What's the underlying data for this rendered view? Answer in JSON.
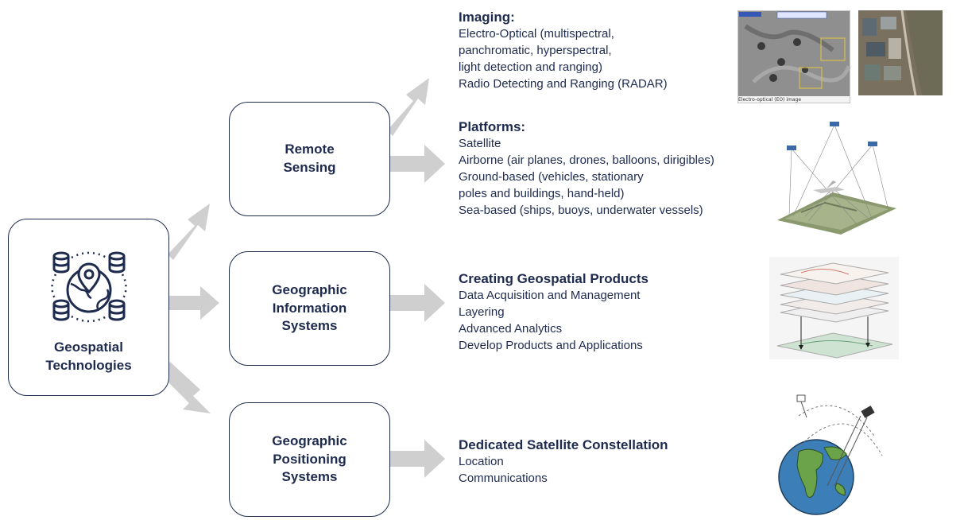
{
  "boxes": {
    "geospatial": "Geospatial\nTechnologies",
    "remote_sensing": "Remote\nSensing",
    "gis": "Geographic\nInformation\nSystems",
    "gps": "Geographic\nPositioning\nSystems"
  },
  "imaging": {
    "heading": "Imaging:",
    "lines": [
      "Electro-Optical (multispectral,",
      "panchromatic, hyperspectral,",
      "light detection and ranging)",
      "Radio Detecting and Ranging (RADAR)"
    ]
  },
  "platforms": {
    "heading": "Platforms:",
    "lines": [
      "Satellite",
      "Airborne (air planes, drones, balloons, dirigibles)",
      "Ground-based  (vehicles, stationary",
      "poles and buildings, hand-held)",
      "Sea-based (ships, buoys, underwater vessels)"
    ]
  },
  "gis_block": {
    "heading": "Creating Geospatial Products",
    "lines": [
      "Data Acquisition and Management",
      "Layering",
      "Advanced Analytics",
      "Develop Products and Applications"
    ]
  },
  "gps_block": {
    "heading": "Dedicated Satellite Constellation",
    "lines": [
      "Location",
      "Communications"
    ]
  },
  "images": {
    "eo_caption": "Electro-optical (EO) image"
  },
  "colors": {
    "navy": "#1e2b4f",
    "arrow": "#cfcfcf"
  }
}
